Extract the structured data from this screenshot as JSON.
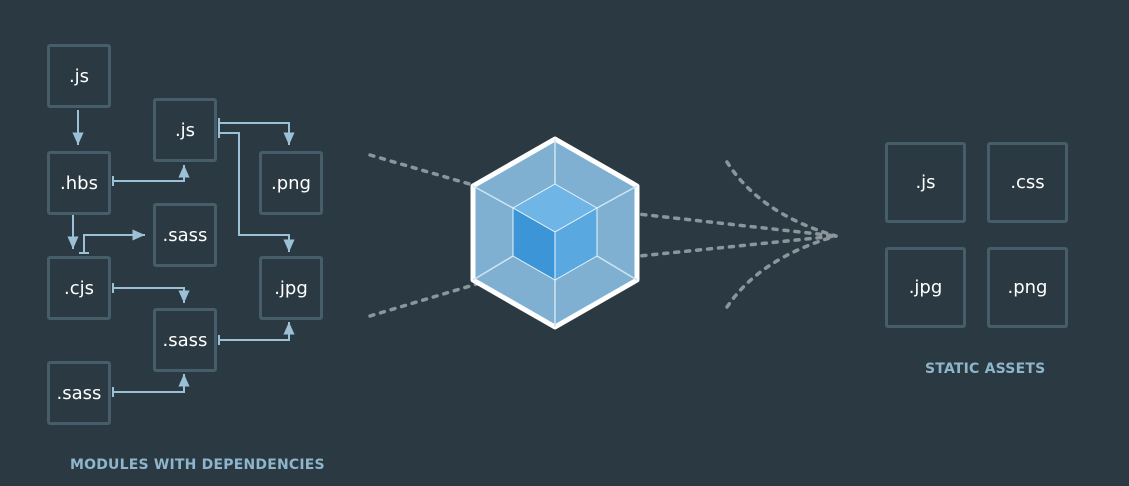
{
  "modules": {
    "m_js": ".js",
    "m_hbs": ".hbs",
    "m_cjs": ".cjs",
    "m_sass_bottom": ".sass",
    "m_js2": ".js",
    "m_sass_top": ".sass",
    "m_sass_mid": ".sass",
    "m_png": ".png",
    "m_jpg": ".jpg"
  },
  "assets": {
    "a_js": ".js",
    "a_css": ".css",
    "a_jpg": ".jpg",
    "a_png": ".png"
  },
  "captions": {
    "modules": "MODULES WITH DEPENDENCIES",
    "assets": "STATIC ASSETS"
  },
  "colors": {
    "background": "#2b3a42",
    "box_border": "#465e69",
    "arrow": "#8eb5cb",
    "caption": "#8eb5cb",
    "cube_outer": "#8ed6fb",
    "cube_inner": "#1c78c0"
  }
}
